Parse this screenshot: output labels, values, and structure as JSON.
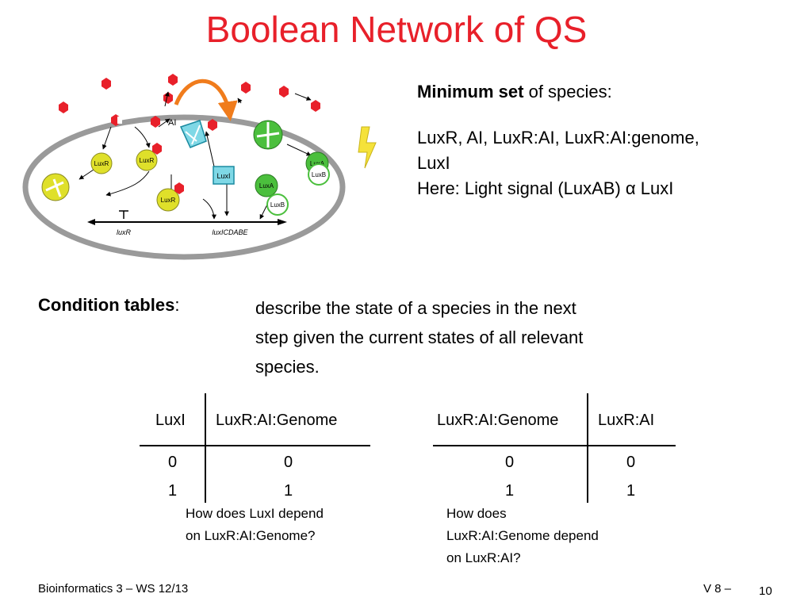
{
  "slide": {
    "title": "Boolean Network of QS"
  },
  "diagram": {
    "labels": {
      "ai": "AI",
      "luxr": "LuxR",
      "luxi": "LuxI",
      "luxa": "LuxA",
      "luxb": "LuxB",
      "gene_luxr": "luxR",
      "gene_operon": "luxICDABE"
    },
    "colors": {
      "ai": "#e8202a",
      "luxr": "#dfe02a",
      "luxab": "#4bbf3d",
      "luxi": "#7fd8e6",
      "arrow_orange": "#f07c1c",
      "cell_border": "#9a9a9a"
    }
  },
  "info": {
    "minimum_set_bold": "Minimum set",
    "minimum_set_rest": " of species:",
    "species_line1": "LuxR,  AI, LuxR:AI, LuxR:AI:genome,",
    "species_line2": "LuxI",
    "light_line": "Here:  Light signal (LuxAB) α LuxI"
  },
  "condition": {
    "label_bold": "Condition tables",
    "label_rest": ":",
    "line1": "describe the state of a species in the next",
    "line2": "step given the current states of all relevant",
    "line3": "species."
  },
  "table1": {
    "headers": [
      "LuxI",
      "LuxR:AI:Genome"
    ],
    "rows": [
      [
        "0",
        "0"
      ],
      [
        "1",
        "1"
      ]
    ],
    "question_line1": "How does LuxI depend",
    "question_line2": "on LuxR:AI:Genome?"
  },
  "table2": {
    "headers": [
      "LuxR:AI:Genome",
      "LuxR:AI"
    ],
    "rows": [
      [
        "0",
        "0"
      ],
      [
        "1",
        "1"
      ]
    ],
    "question_line1": "How does",
    "question_line2": "LuxR:AI:Genome depend",
    "question_line3": "on LuxR:AI?"
  },
  "footer": {
    "course": "Bioinformatics 3 – WS 12/13",
    "lecture": "V 8  –",
    "page": "10"
  }
}
